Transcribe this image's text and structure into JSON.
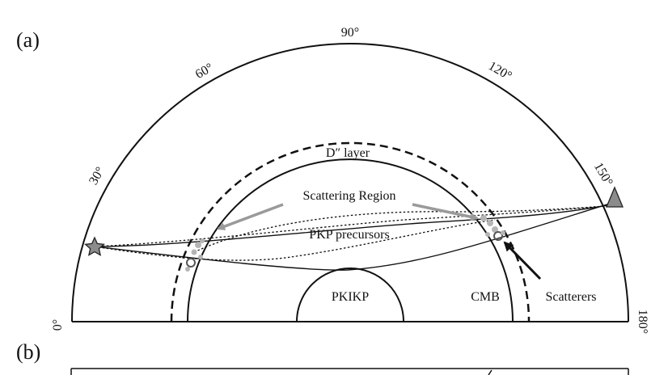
{
  "panels": {
    "a_label": "(a)",
    "b_label": "(b)"
  },
  "angles": {
    "a0": "0°",
    "a30": "30°",
    "a60": "60°",
    "a90": "90°",
    "a120": "120°",
    "a150": "150°",
    "a180": "180°"
  },
  "labels": {
    "d_layer": "D″ layer",
    "scattering_region": "Scattering Region",
    "pkp_precursors": "PKP precursors",
    "pkikp": "PKIKP",
    "cmb": "CMB",
    "scatterers": "Scatterers"
  },
  "colors": {
    "line": "#111111",
    "arrow_gray": "#999999",
    "marker_gray": "#8c8c8c",
    "scatter_gray": "#aaaaaa"
  }
}
